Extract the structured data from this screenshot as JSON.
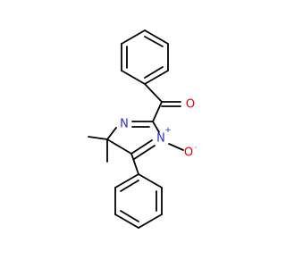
{
  "structure": {
    "atoms": {
      "carbonyl_oxygen": "O",
      "ring_nitrogen_imine": "N",
      "ring_nitrogen_oxide": "N",
      "n_oxide_charge": "+",
      "oxide_oxygen": "O",
      "oxide_radical_dot": "·"
    },
    "colors": {
      "bond": "#000000",
      "oxygen": "#e8000b",
      "nitrogen": "#2d2dd2"
    }
  }
}
